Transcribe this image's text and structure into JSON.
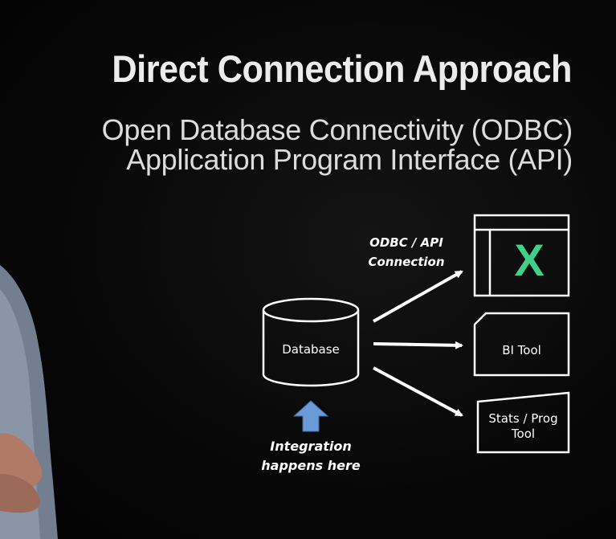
{
  "slide": {
    "title": "Direct Connection Approach",
    "subtitle_line1": "Open Database Connectivity (ODBC)",
    "subtitle_line2": "Application Program Interface (API)"
  },
  "diagram": {
    "connection_label_line1": "ODBC / API",
    "connection_label_line2": "Connection",
    "database_label": "Database",
    "excel_glyph": "X",
    "bi_tool_label": "BI Tool",
    "stats_tool_line1": "Stats / Prog",
    "stats_tool_line2": "Tool",
    "integration_line1": "Integration",
    "integration_line2": "happens here",
    "colors": {
      "excel_green": "#3fd089",
      "arrow_blue": "#6b9bd6",
      "text": "#ffffff"
    }
  }
}
